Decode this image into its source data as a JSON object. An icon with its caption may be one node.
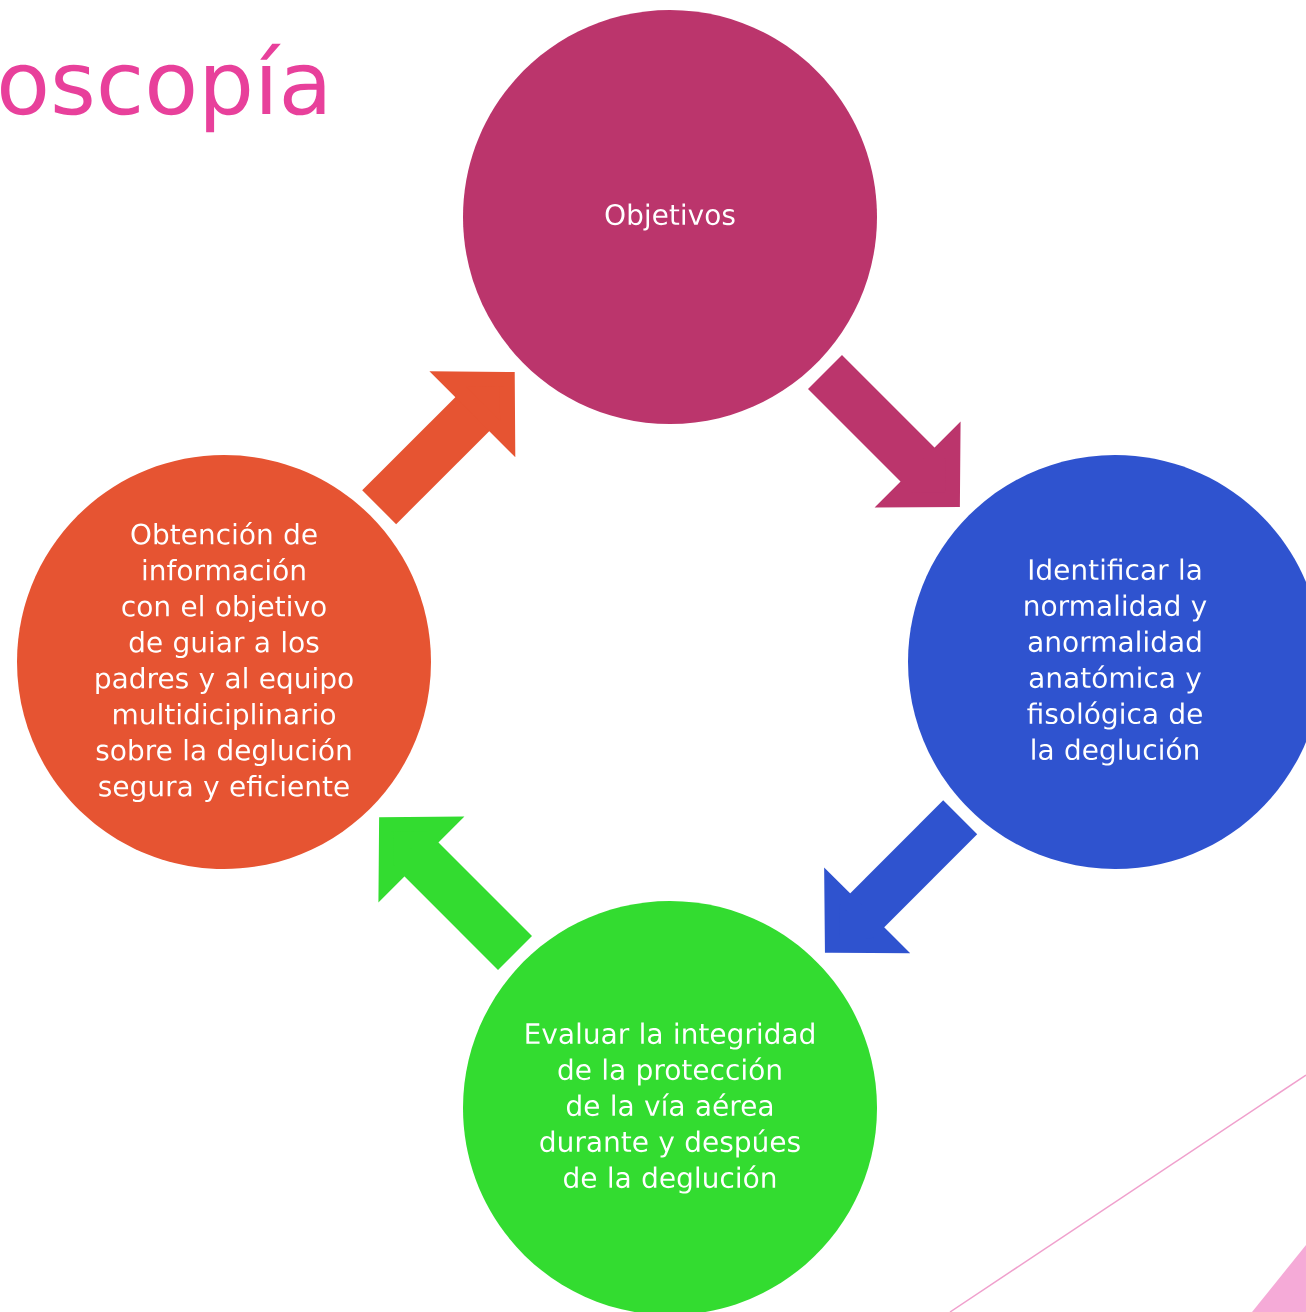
{
  "diagram": {
    "title": "oscopía",
    "nodes": [
      {
        "text": [
          "Objetivos"
        ]
      },
      {
        "text": [
          "Identificar la normalidad y anormalidad anatómica y fisológica de la deglución"
        ]
      },
      {
        "text": [
          "Evaluar la integridad de la protección de la vía aérea durante y despúes de la deglución"
        ]
      },
      {
        "text": [
          "Obtención de información con el objetivo de guiar a los padres y al equipo multidiciplinario sobre la deglución segura y eficiente"
        ]
      }
    ],
    "edges": [
      {
        "from": 0,
        "to": 1,
        "arrow": "to",
        "color": "#bb356c"
      },
      {
        "from": 1,
        "to": 2,
        "arrow": "to",
        "color": "#2f53cf"
      },
      {
        "from": 2,
        "to": 3,
        "arrow": "to",
        "color": "#33dc30"
      },
      {
        "from": 3,
        "to": 0,
        "arrow": "to",
        "color": "#e65432"
      }
    ]
  }
}
